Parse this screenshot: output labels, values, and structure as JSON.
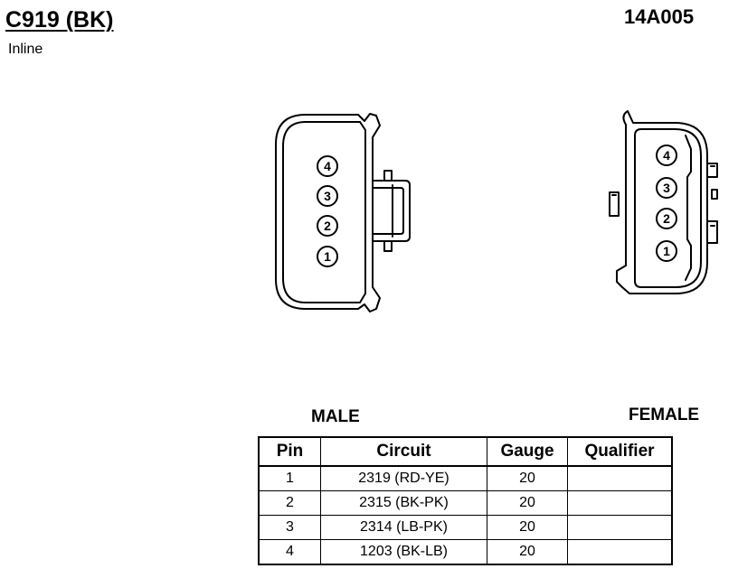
{
  "header": {
    "connector": "C919 (BK)",
    "location": "Inline",
    "part_number": "14A005"
  },
  "labels": {
    "male": "MALE",
    "female": "FEMALE"
  },
  "male_pins": [
    "4",
    "3",
    "2",
    "1"
  ],
  "female_pins": [
    "4",
    "3",
    "2",
    "1"
  ],
  "table": {
    "headers": [
      "Pin",
      "Circuit",
      "Gauge",
      "Qualifier"
    ],
    "rows": [
      {
        "pin": "1",
        "circuit": "2319 (RD-YE)",
        "gauge": "20",
        "qualifier": ""
      },
      {
        "pin": "2",
        "circuit": "2315 (BK-PK)",
        "gauge": "20",
        "qualifier": ""
      },
      {
        "pin": "3",
        "circuit": "2314 (LB-PK)",
        "gauge": "20",
        "qualifier": ""
      },
      {
        "pin": "4",
        "circuit": "1203 (BK-LB)",
        "gauge": "20",
        "qualifier": ""
      }
    ]
  }
}
